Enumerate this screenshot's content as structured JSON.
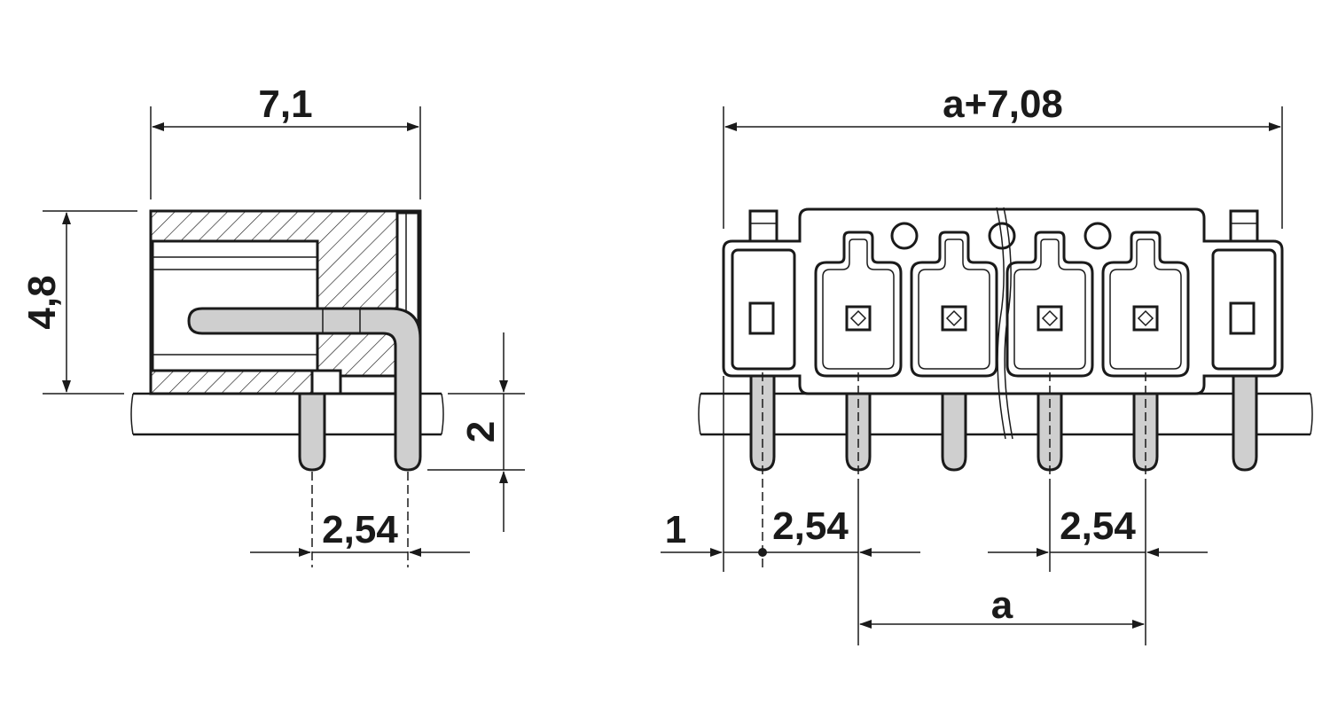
{
  "side_view": {
    "width_dim": "7,1",
    "height_dim": "4,8",
    "pin_length_dim": "2",
    "pitch_dim": "2,54"
  },
  "front_view": {
    "overall_dim": "a+7,08",
    "offset_dim": "1",
    "pitch_left_dim": "2,54",
    "pitch_right_dim": "2,54",
    "span_dim": "a"
  }
}
